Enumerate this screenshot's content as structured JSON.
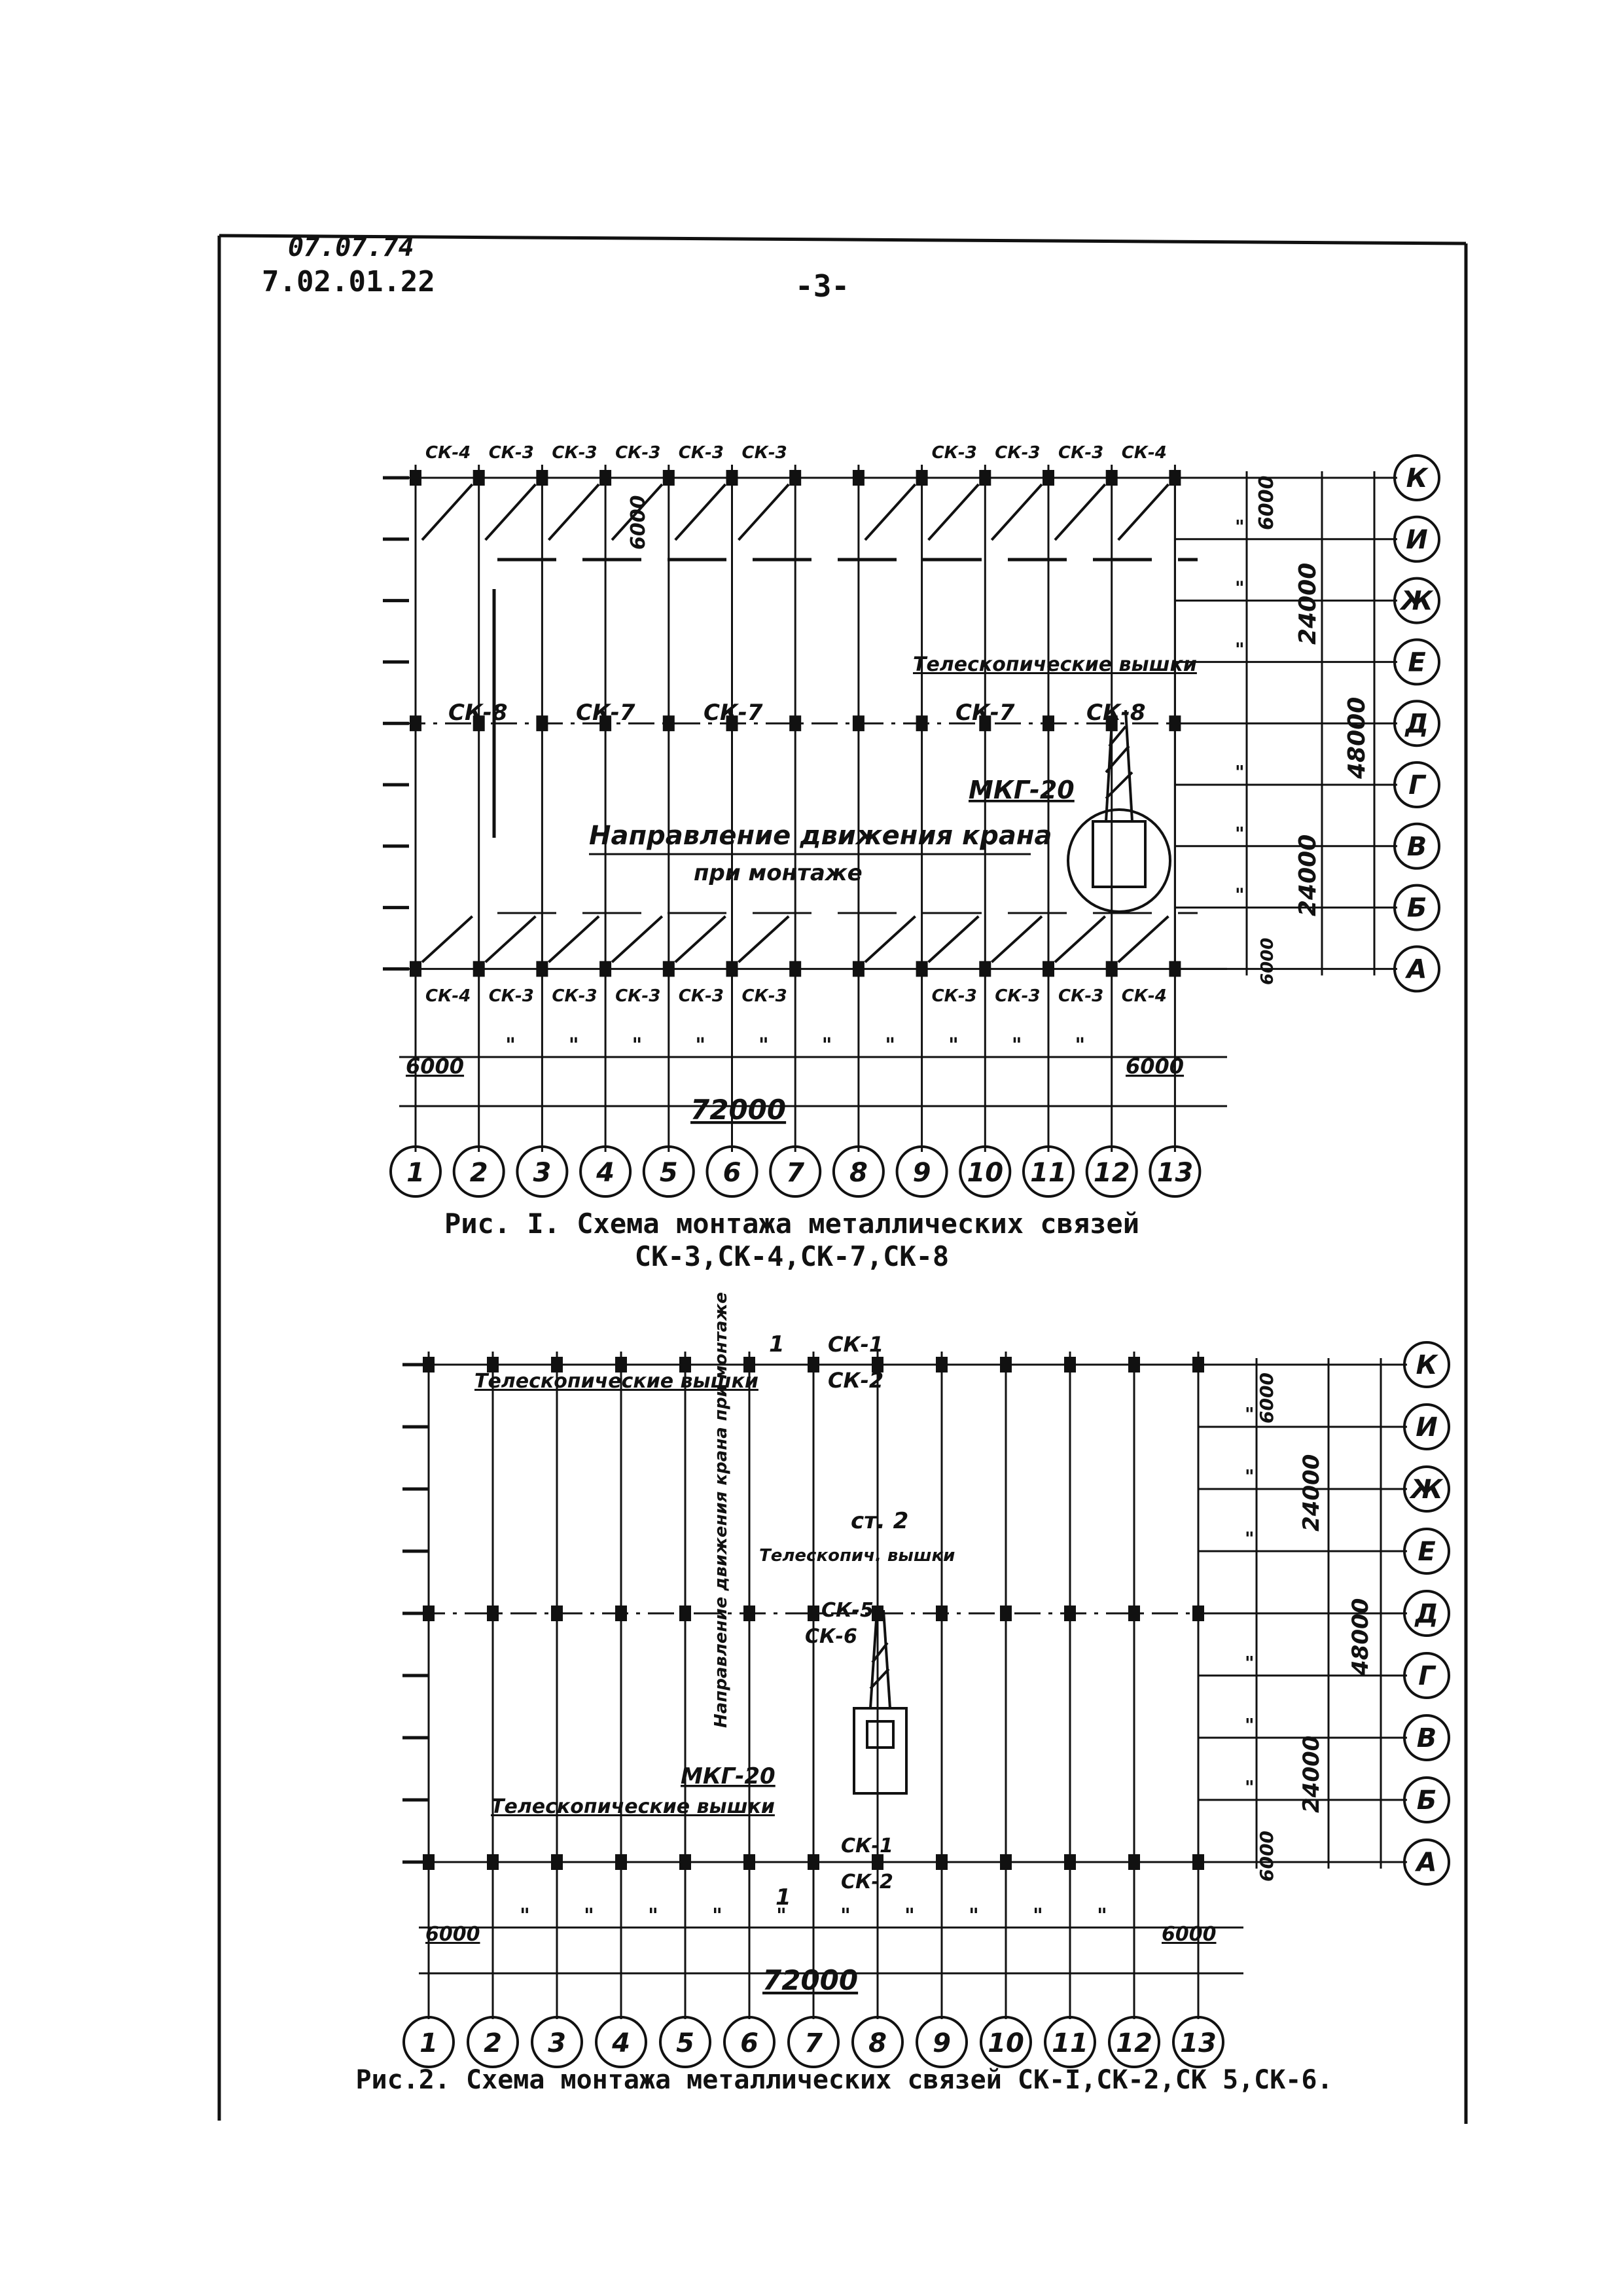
{
  "header": {
    "date": "07.07.74",
    "doc_number": "7.02.01.22",
    "page": "-3-"
  },
  "figure1": {
    "caption_line1": "Рис. I. Схема монтажа металлических связей",
    "caption_line2": "СК-3,СК-4,СК-7,СК-8",
    "top_brace_labels": [
      "СК-4",
      "СК-3",
      "СК-3",
      "СК-3",
      "СК-3",
      "СК-3",
      "СК-3",
      "СК-3",
      "СК-3",
      "СК-4"
    ],
    "bottom_brace_labels": [
      "СК-4",
      "СК-3",
      "СК-3",
      "СК-3",
      "СК-3",
      "СК-3",
      "СК-3",
      "СК-3",
      "СК-3",
      "СК-4"
    ],
    "middle_labels": [
      "СК-8",
      "СК-7",
      "СК-7",
      "СК-7",
      "СК-8"
    ],
    "towers_label": "Телескопические вышки",
    "crane_label": "МКГ-20",
    "direction_line1": "Направление движения крана",
    "direction_line2": "при монтаже",
    "vertical_dim": "6000",
    "span_dim_top": "24000",
    "span_dim_bottom": "24000",
    "total_height_dim": "48000",
    "edge_dim": "6000",
    "bay_dim_left": "6000",
    "bay_dim_right": "6000",
    "total_length_dim": "72000",
    "ditto": "\""
  },
  "figure2": {
    "caption": "Рис.2. Схема монтажа металлических связей СК-I,СК-2,СК 5,СК-6.",
    "top_labels": [
      "СК-1",
      "СК-2"
    ],
    "bottom_labels": [
      "СК-1",
      "СК-2"
    ],
    "middle_labels": [
      "СК-5",
      "СК-6"
    ],
    "towers_top": "Телескопические вышки",
    "towers_bottom": "Телескопические вышки",
    "towers_middle": "Телескопич. вышки",
    "crane_label": "МКГ-20",
    "section_label": "ст. 2",
    "section_mark": "1",
    "direction_label": "Направление движения крана при монтаже",
    "span_dim_top": "24000",
    "span_dim_bottom": "24000",
    "total_height_dim": "48000",
    "edge_dim_top": "6000",
    "edge_dim_bottom": "6000",
    "bay_dim_left": "6000",
    "bay_dim_right": "6000",
    "total_length_dim": "72000",
    "ditto": "\""
  },
  "grid_axes_columns": [
    "1",
    "2",
    "3",
    "4",
    "5",
    "6",
    "7",
    "8",
    "9",
    "10",
    "11",
    "12",
    "13"
  ],
  "grid_axes_rows": [
    "К",
    "И",
    "Ж",
    "Е",
    "Д",
    "Г",
    "В",
    "Б",
    "А"
  ]
}
